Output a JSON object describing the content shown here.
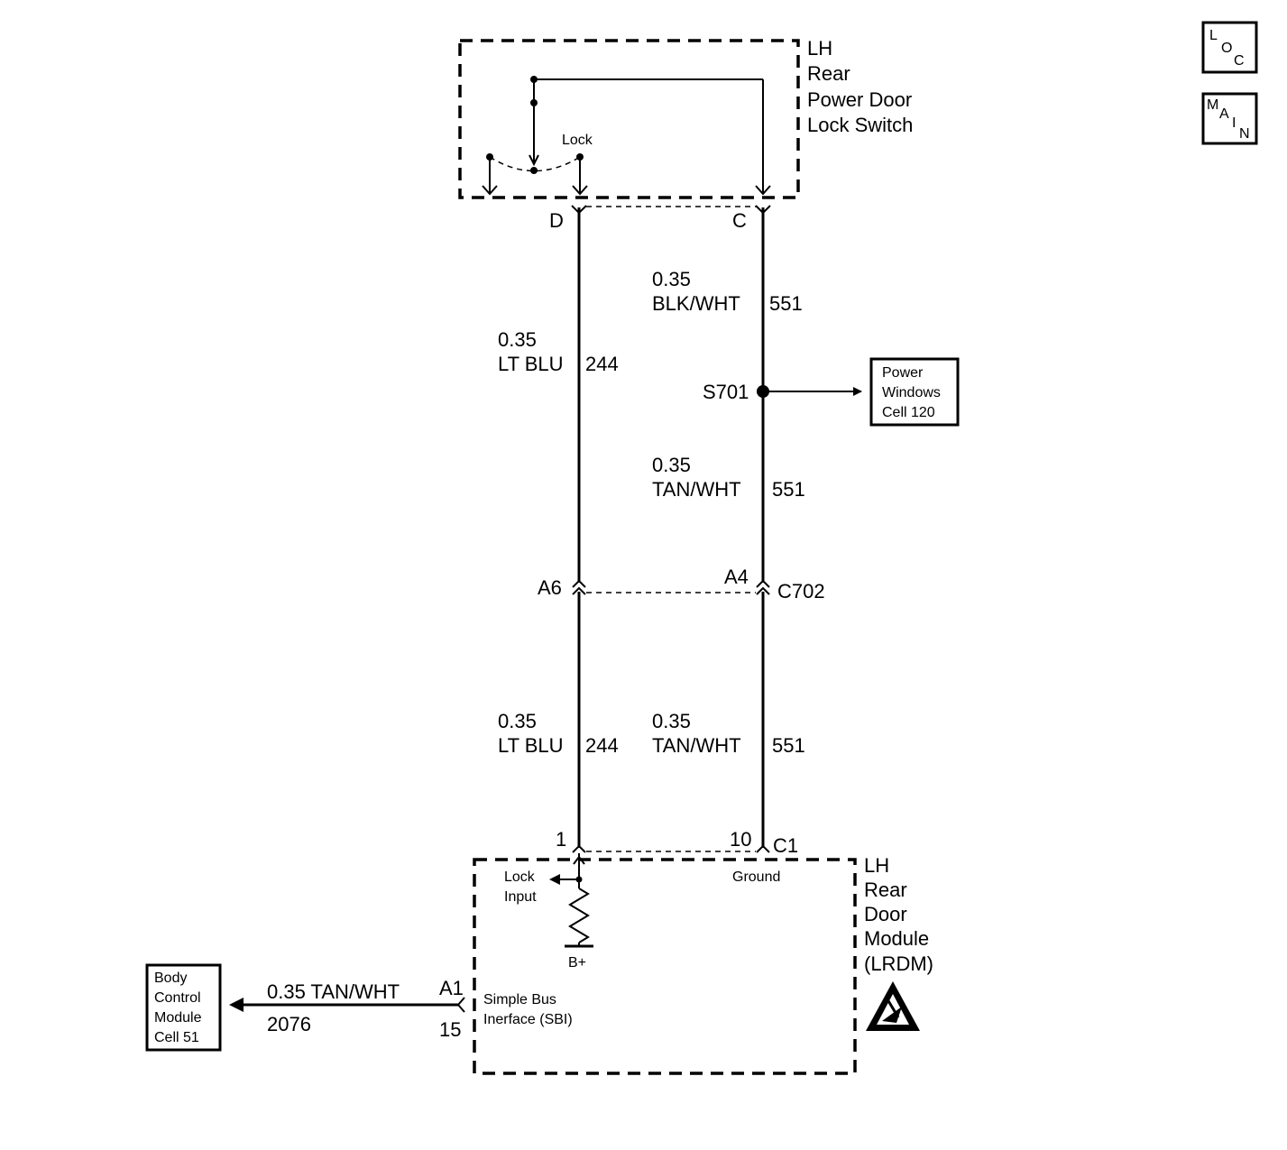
{
  "switch": {
    "title_lines": [
      "LH",
      "Rear",
      "Power Door",
      "Lock Switch"
    ],
    "lock_label": "Lock",
    "terminal_d": "D",
    "terminal_c": "C"
  },
  "wires": {
    "upper_left": {
      "size": "0.35",
      "color": "LT BLU",
      "circuit": "244"
    },
    "upper_right": {
      "size": "0.35",
      "color": "BLK/WHT",
      "circuit": "551"
    },
    "mid_right": {
      "size": "0.35",
      "color": "TAN/WHT",
      "circuit": "551"
    },
    "lower_left": {
      "size": "0.35",
      "color": "LT BLU",
      "circuit": "244"
    },
    "lower_right": {
      "size": "0.35",
      "color": "TAN/WHT",
      "circuit": "551"
    },
    "bcm": {
      "size_color": "0.35 TAN/WHT",
      "circuit": "2076"
    }
  },
  "splice": {
    "label": "S701"
  },
  "power_windows": {
    "lines": [
      "Power",
      "Windows",
      "Cell 120"
    ]
  },
  "connector_c702": {
    "name": "C702",
    "pin_left": "A6",
    "pin_right": "A4"
  },
  "module": {
    "title_lines": [
      "LH",
      "Rear",
      "Door",
      "Module",
      "(LRDM)"
    ],
    "connector": "C1",
    "pin_left": "1",
    "pin_right": "10",
    "lock_input_lines": [
      "Lock",
      "Input"
    ],
    "ground_label": "Ground",
    "bplus_label": "B+",
    "sbi_lines": [
      "Simple Bus",
      "Inerface (SBI)"
    ],
    "pin_a1": "A1",
    "pin_15": "15"
  },
  "bcm": {
    "lines": [
      "Body",
      "Control",
      "Module",
      "Cell 51"
    ]
  },
  "nav": {
    "loc_letters": [
      "L",
      "O",
      "C"
    ],
    "main_letters": [
      "M",
      "A",
      "I",
      "N"
    ]
  }
}
